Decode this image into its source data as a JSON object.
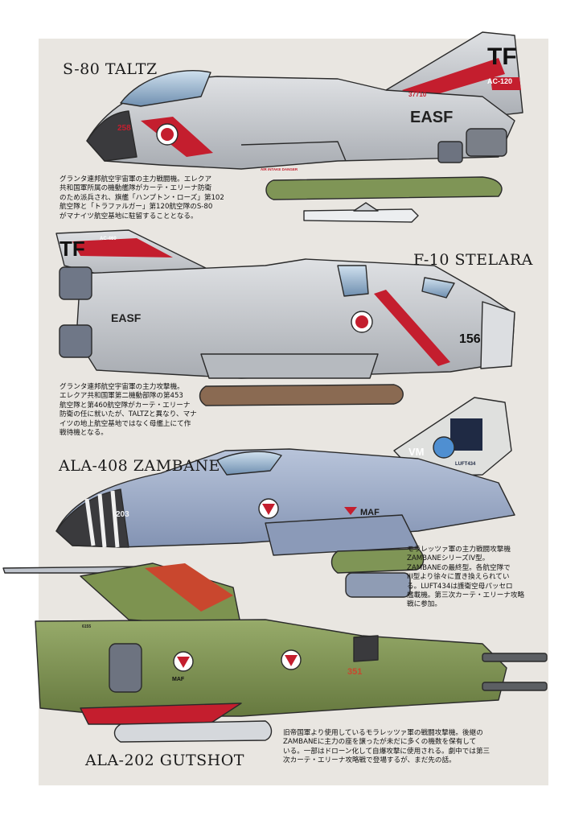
{
  "aircraft": [
    {
      "name": "S-80 TALTZ",
      "markings": {
        "tail": "TF",
        "code": "AC-120",
        "serial": "37710",
        "side_number": "258",
        "org": "EASF",
        "intake_warning": "AIR INTAKE DANGER"
      },
      "description": [
        "グランタ連邦航空宇宙軍の主力戦闘機。エレクア",
        "共和国軍所属の機動艦隊がカーテ・エリーナ防衛",
        "のため派兵され、旗艦「ハンプトン・ローズ」第102",
        "航空隊と「トラファルガー」第120航空隊のS-80",
        "がマナイツ航空基地に駐留することとなる。"
      ]
    },
    {
      "name": "F-10 STELARA",
      "markings": {
        "tail": "TF",
        "code": "AC-460",
        "side_number": "156",
        "org": "EASF"
      },
      "description": [
        "グランタ連邦航空宇宙軍の主力攻撃機。",
        "エレクア共和国軍第二機動部隊の第453",
        "航空隊と第460航空隊がカーテ・エリーナ",
        "防衛の任に就いたが、TALTZと異なり、マナ",
        "イツの地上航空基地ではなく母艦上にて作",
        "戦待機となる。"
      ]
    },
    {
      "name": "ALA-408 ZAMBANE",
      "markings": {
        "tail": "VM",
        "code": "LUFT434",
        "side_number": "203",
        "org": "MAF"
      },
      "description": [
        "モラレッツァ軍の主力戦闘攻撃機",
        "ZAMBANEシリーズIV型。",
        "ZAMBANEの最終型。各航空隊で",
        "III型より徐々に置き換えられてい",
        "る。LUFT434は護衛空母パッセロ",
        "艦載機。第三次カーテ・エリーナ攻略",
        "戦に参加。"
      ]
    },
    {
      "name": "ALA-202 GUTSHOT",
      "markings": {
        "serial": "6155",
        "side_number": "351",
        "org": "MAF"
      },
      "description": [
        "旧帝国軍より使用しているモラレッツァ軍の戦闘攻撃機。後継の",
        "ZAMBANEに主力の座を譲ったが未だに多くの機数を保有して",
        "いる。一部はドローン化して自爆攻撃に使用される。劇中では第三",
        "次カーテ・エリーナ攻略戦で登場するが、まだ先の話。"
      ]
    }
  ],
  "colors": {
    "panel": "#e9e6e1",
    "easf_gray": "#c9ccd0",
    "easf_red": "#c41e2e",
    "maf_blue": "#9aa9c6",
    "maf_green": "#7d9350",
    "ordnance_green": "#7f9556",
    "ordnance_brown": "#8a6a52"
  }
}
